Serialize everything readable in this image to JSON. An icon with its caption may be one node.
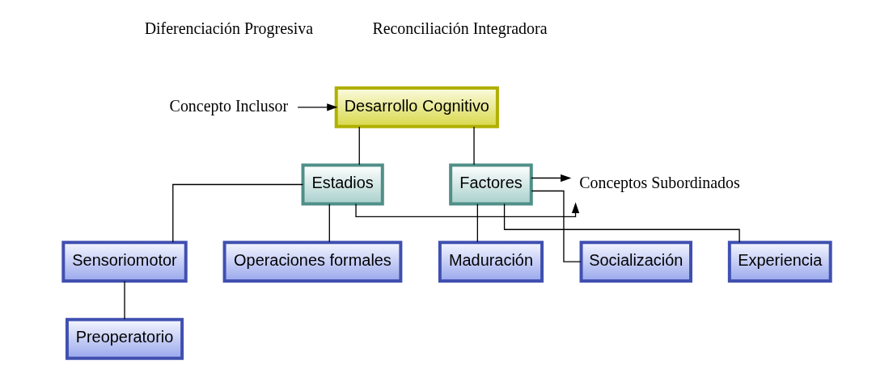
{
  "diagram": {
    "nodes": [
      {
        "text": [
          "Concepto Inclusor"
        ]
      },
      {
        "text": [
          "Desarrollo Cognitivo"
        ]
      },
      {
        "text": [
          "Estadios"
        ]
      },
      {
        "text": [
          "Conceptos Subordinados"
        ]
      },
      {
        "text": [
          "Factores"
        ]
      },
      {
        "text": [
          "Maduración"
        ]
      },
      {
        "text": [
          "Sensoriomotor"
        ]
      },
      {
        "text": [
          "Operaciones formales"
        ]
      },
      {
        "text": [
          "Socialización"
        ]
      },
      {
        "text": [
          "Experiencia"
        ]
      },
      {
        "text": [
          "Preoperatorio"
        ]
      }
    ],
    "edges": [
      {
        "from": 0,
        "to": 1,
        "arrow": "to"
      },
      {
        "from": 1,
        "to": 2,
        "arrow": "none"
      },
      {
        "from": 1,
        "to": 4,
        "arrow": "none"
      },
      {
        "from": 2,
        "to": 3,
        "arrow": "to"
      },
      {
        "from": 4,
        "to": 3,
        "arrow": "to"
      },
      {
        "from": 2,
        "to": 6,
        "arrow": "none"
      },
      {
        "from": 2,
        "to": 7,
        "arrow": "none"
      },
      {
        "from": 6,
        "to": 10,
        "arrow": "none"
      },
      {
        "from": 4,
        "to": 5,
        "arrow": "none"
      },
      {
        "from": 4,
        "to": 8,
        "arrow": "none"
      },
      {
        "from": 4,
        "to": 9,
        "arrow": "none"
      }
    ],
    "labels": [
      "Diferenciación Progresiva",
      "Reconciliación Integradora"
    ]
  }
}
